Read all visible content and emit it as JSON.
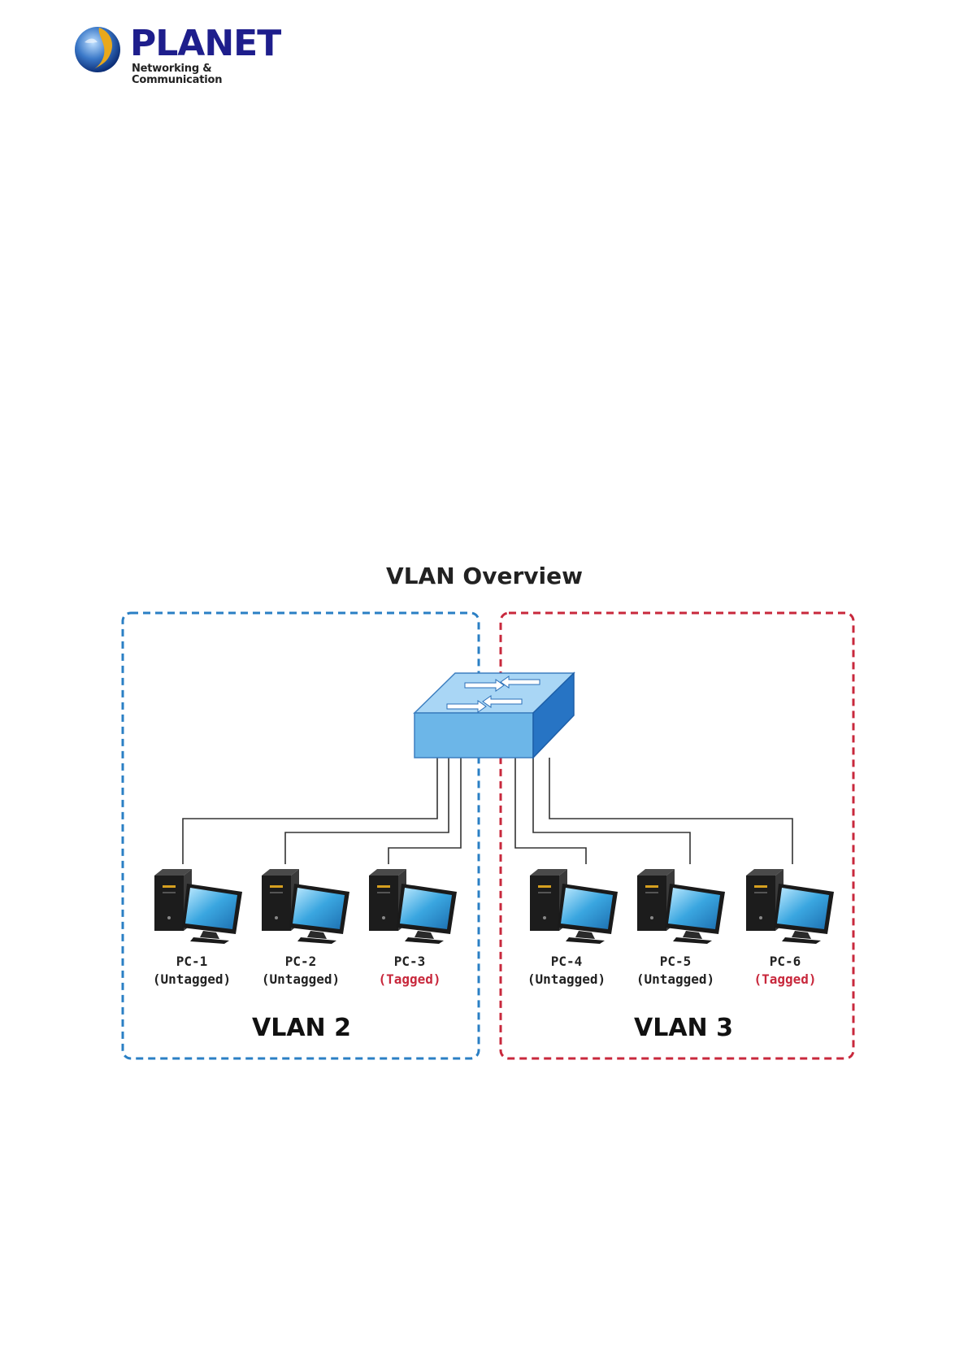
{
  "header": {
    "brand": "PLANET",
    "tagline": "Networking & Communication"
  },
  "diagram": {
    "title": "VLAN Overview",
    "vlans": [
      {
        "label": "VLAN 2",
        "color": "#2a7fc4"
      },
      {
        "label": "VLAN 3",
        "color": "#c8283c"
      }
    ],
    "pcs": [
      {
        "name": "PC-1",
        "mode": "(Untagged)"
      },
      {
        "name": "PC-2",
        "mode": "(Untagged)"
      },
      {
        "name": "PC-3",
        "mode": "(Tagged)"
      },
      {
        "name": "PC-4",
        "mode": "(Untagged)"
      },
      {
        "name": "PC-5",
        "mode": "(Untagged)"
      },
      {
        "name": "PC-6",
        "mode": "(Tagged)"
      }
    ],
    "colors": {
      "untagged": "#222222",
      "tagged": "#c8283c",
      "switch": "#6cb6e8"
    }
  }
}
